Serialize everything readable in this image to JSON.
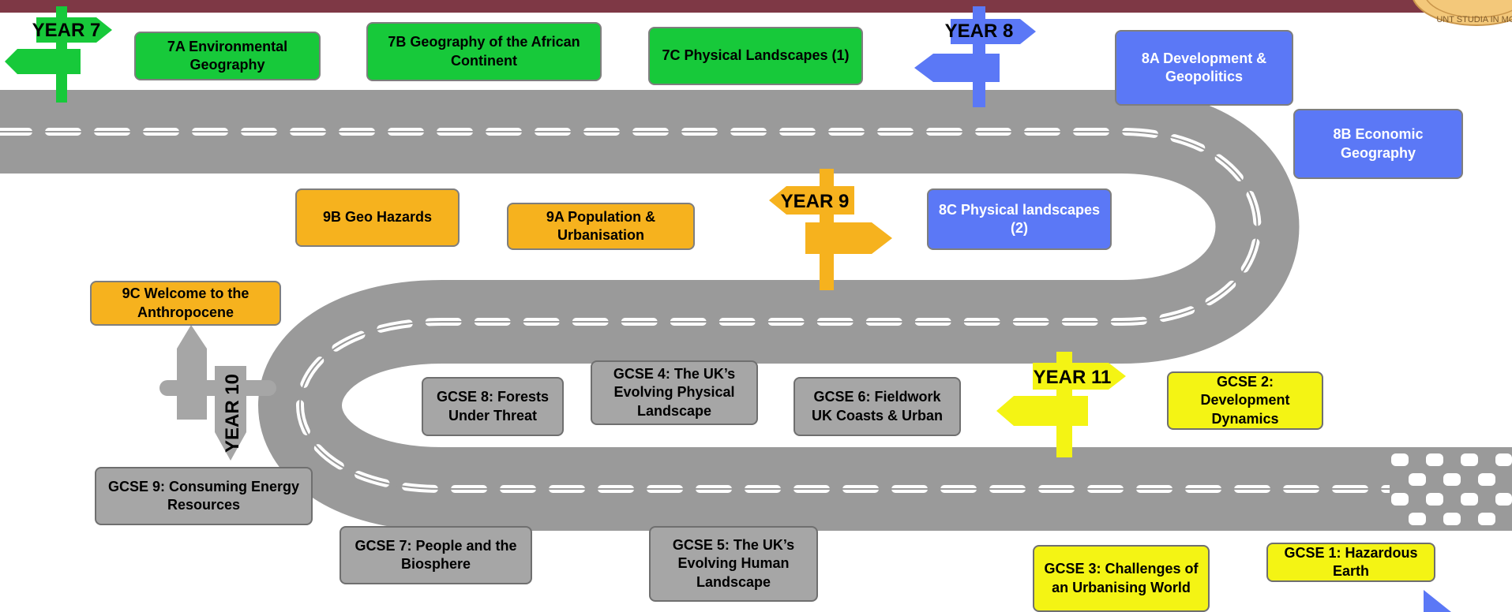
{
  "signs": {
    "year7": "YEAR 7",
    "year8": "YEAR 8",
    "year9": "YEAR 9",
    "year10": "YEAR 10",
    "year11": "YEAR 11"
  },
  "topics": {
    "t7a": "7A Environmental Geography",
    "t7b": "7B Geography of the African Continent",
    "t7c": "7C Physical Landscapes (1)",
    "t8a": "8A Development & Geopolitics",
    "t8b": "8B Economic Geography",
    "t8c": "8C Physical landscapes (2)",
    "t9a": "9A Population & Urbanisation",
    "t9b": "9B Geo Hazards",
    "t9c": "9C Welcome to the Anthropocene",
    "g1": "GCSE 1: Hazardous Earth",
    "g2": "GCSE 2: Development Dynamics",
    "g3": "GCSE 3: Challenges of an Urbanising World",
    "g4": "GCSE 4: The UK’s Evolving Physical Landscape",
    "g5": "GCSE 5: The UK’s Evolving Human Landscape",
    "g6": "GCSE 6: Fieldwork UK Coasts & Urban",
    "g7": "GCSE 7: People and the Biosphere",
    "g8": "GCSE 8: Forests Under Threat",
    "g9": "GCSE 9: Consuming Energy Resources"
  },
  "badge": {
    "text": "UNT STUDIA IN MORE"
  },
  "colors": {
    "year7": "#17c93a",
    "year8": "#5b78f6",
    "year9": "#f6b21e",
    "year10": "#a6a6a6",
    "year11": "#f4f414",
    "road": "#9a9a9a",
    "header": "#7e3845"
  }
}
